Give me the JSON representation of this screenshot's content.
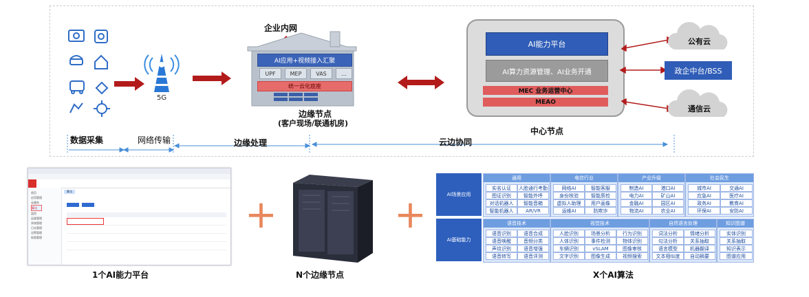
{
  "top": {
    "enterprise_net": "企业内网",
    "five_g": "5G",
    "house_app": "AI应用+视频接入汇聚",
    "house_modules": [
      "UPF",
      "MEP",
      "VAS",
      "..."
    ],
    "house_base": "统一云化底座",
    "edge_node": "边缘节点",
    "edge_node_sub": "(客户现场/联通机房)",
    "center_ai_platform": "AI能力平台",
    "center_mgmt": "AI算力资源管理、AI业务开通",
    "center_mec": "MEC 业务运营中心",
    "center_meao": "MEAO",
    "center_node": "中心节点",
    "public_cloud": "公有云",
    "gov_bss": "政企中台/BSS",
    "telecom_cloud": "通信云",
    "stages": [
      "数据采集",
      "网络传输",
      "边缘处理",
      "云边协同"
    ]
  },
  "bottom": {
    "platform_caption": "1个AI能力平台",
    "edge_caption": "N个边缘节点",
    "algo_caption": "X个AI算法",
    "plus": "+",
    "screenshot": {
      "menu_items": [
        "首页",
        "应用管理",
        "云服务",
        "算法",
        "监控",
        "运维管理",
        "系统管理",
        "日志管理",
        "告警管理",
        "权限管理"
      ],
      "tab": "算法"
    },
    "algo": {
      "row1_label": "AI场景应用",
      "row2_label": "AI基础能力",
      "panels_row1": [
        {
          "title": "通用",
          "items": [
            "实名认证",
            "人脸通行考勤",
            "图证识别",
            "智能外呼",
            "对话机器人",
            "智能音箱",
            "智能机器人",
            "AR/VR"
          ]
        },
        {
          "title": "电信行业",
          "items": [
            "网络AI",
            "智能客服",
            "身份核验",
            "智能质检",
            "虚拟人助理",
            "用户画像",
            "运维AI",
            "防欺诈"
          ]
        },
        {
          "title": "产业升级",
          "items": [
            "制造AI",
            "港口AI",
            "电力AI",
            "矿山AI",
            "金融AI",
            "园区AI",
            "物流AI",
            "农业AI"
          ]
        },
        {
          "title": "社会民生",
          "items": [
            "城市AI",
            "交通AI",
            "应急AI",
            "医疗AI",
            "政务AI",
            "教育AI",
            "环保AI",
            "安防AI"
          ]
        }
      ],
      "panels_row2": [
        {
          "title": "语音技术",
          "items": [
            "语音识别",
            "语音合成",
            "语音唤醒",
            "音频分类",
            "声纹识别",
            "语音增强",
            "语音转写",
            "语音评测"
          ]
        },
        {
          "title": "视觉技术",
          "items": [
            "人脸识别",
            "人体识别",
            "车辆识别",
            "文字识别",
            "场景分析",
            "事件检测",
            "vSLAM",
            "图像生成",
            "行为识别",
            "物体识别",
            "图像审核",
            "视频搜索"
          ]
        },
        {
          "title": "自然语言处理",
          "items": [
            "词法分析",
            "情绪分析",
            "句法分析",
            "关系抽取",
            "语言模型",
            "机器翻译",
            "文本相似度",
            "自动摘要"
          ]
        },
        {
          "title": "知识图谱",
          "items": [
            "实体识别",
            "关系抽取",
            "知识表示",
            "图谱应用"
          ]
        }
      ]
    }
  }
}
